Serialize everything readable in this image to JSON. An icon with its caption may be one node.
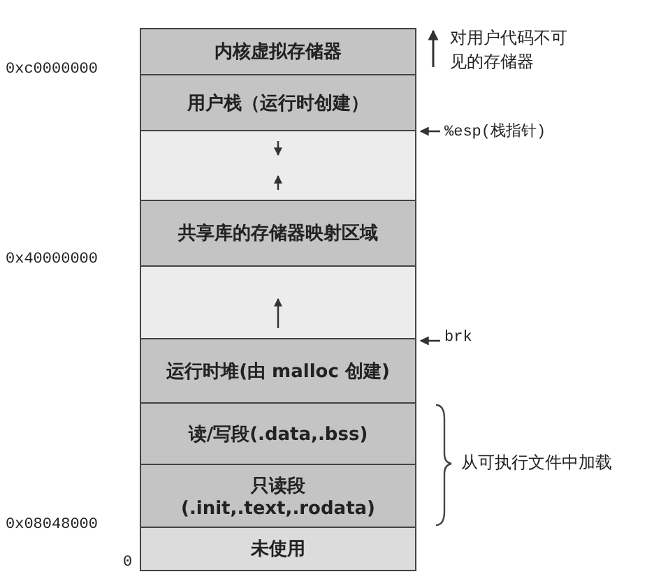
{
  "diagram": {
    "nodes": [
      {
        "text": [
          "内核虚拟存储器"
        ]
      },
      {
        "text": [
          "用户栈（运行时创建）"
        ]
      },
      {
        "text": [],
        "shape": "box"
      },
      {
        "text": [
          "共享库的存储器映射区域"
        ]
      },
      {
        "text": [],
        "shape": "box"
      },
      {
        "text": [
          "运行时堆(由 malloc 创建)"
        ]
      },
      {
        "text": [
          "读/写段(.data,.bss)"
        ]
      },
      {
        "text": [
          "只读段",
          "(.init,.text,.rodata)"
        ]
      },
      {
        "text": [
          "未使用"
        ]
      },
      {
        "text": [
          "%esp(栈指针)"
        ]
      },
      {
        "text": [
          "brk"
        ]
      }
    ],
    "edges": [
      {
        "from": 9,
        "to": null,
        "arrow": "to"
      },
      {
        "from": 10,
        "to": null,
        "arrow": "to"
      }
    ],
    "labels": [
      "对用户代码不可见的存储器",
      "0xc0000000",
      "0x40000000",
      "从可执行文件中加载",
      "0x08048000",
      "0"
    ]
  }
}
